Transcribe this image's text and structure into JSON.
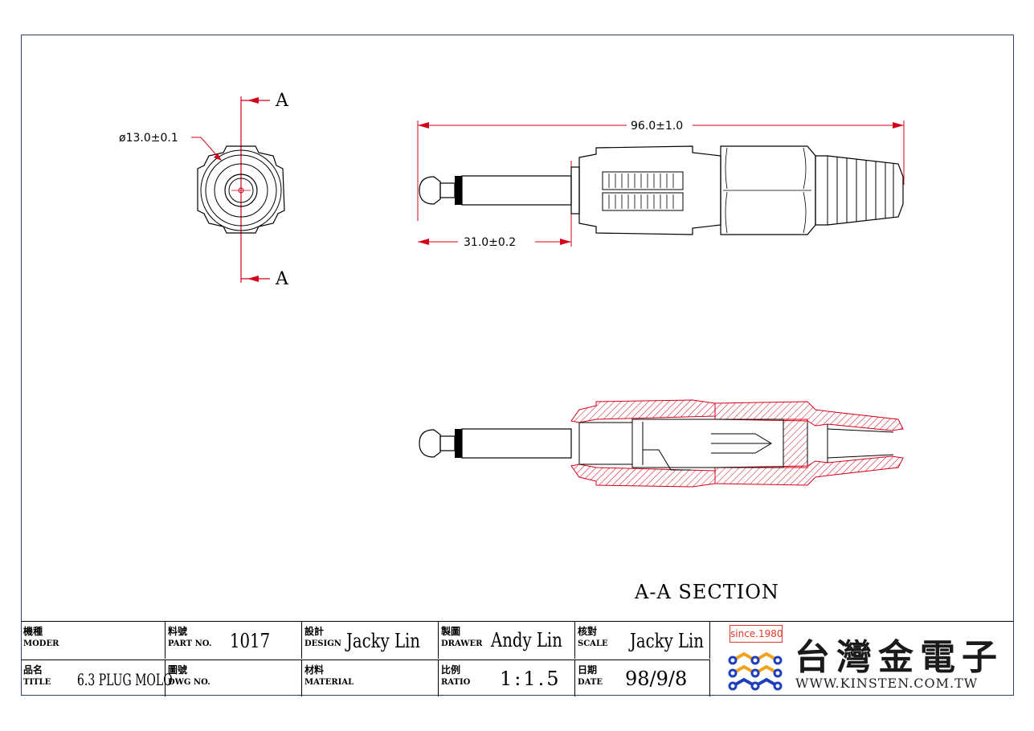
{
  "drawing": {
    "diameter_label": "ø13.0±0.1",
    "section_marker_top": "A",
    "section_marker_bottom": "A",
    "length_label": "96.0±1.0",
    "tip_length_label": "31.0±0.2",
    "section_title": "A-A  SECTION"
  },
  "title_block": {
    "model_cn": "機種",
    "model_en": "MODER",
    "model_value": "",
    "title_cn": "品名",
    "title_en": "TITLE",
    "title_value": "6.3 PLUG MOLO",
    "part_cn": "料號",
    "part_en": "PART NO.",
    "part_value": "1017",
    "dwg_cn": "圖號",
    "dwg_en": "DWG NO.",
    "dwg_value": "",
    "design_cn": "設計",
    "design_en": "DESIGN",
    "design_value": "Jacky Lin",
    "material_cn": "材料",
    "material_en": "MATERIAL",
    "material_value": "",
    "drawer_cn": "製圖",
    "drawer_en": "DRAWER",
    "drawer_value": "Andy Lin",
    "ratio_cn": "比例",
    "ratio_en": "RATIO",
    "ratio_value": "1:1.5",
    "scale_cn": "核對",
    "scale_en": "SCALE",
    "scale_value": "Jacky Lin",
    "date_cn": "日期",
    "date_en": "DATE",
    "date_value": "98/9/8"
  },
  "logo": {
    "since": "since.1980",
    "company_cn": "台灣金電子",
    "website": "WWW.KINSTEN.COM.TW"
  },
  "colors": {
    "dimension_line": "#d4001a",
    "frame": "#2b3f7a",
    "logo_blue": "#1f3fb8",
    "logo_orange": "#f0a21b"
  }
}
